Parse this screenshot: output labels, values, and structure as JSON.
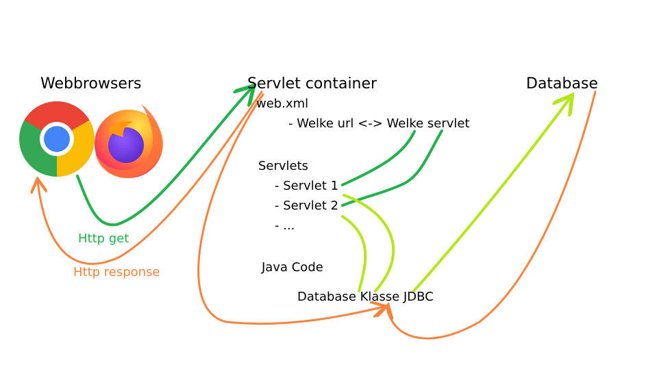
{
  "headings": {
    "browsers": "Webbrowsers",
    "container": "Servlet container",
    "database": "Database"
  },
  "container": {
    "webxml": "web.xml",
    "mapping": "- Welke url <-> Welke servlet",
    "servlets_title": "Servlets",
    "servlet_items": [
      "- Servlet 1",
      "- Servlet 2",
      "- ..."
    ],
    "java_code": "Java Code",
    "db_class": "Database Klasse JDBC"
  },
  "arrows": {
    "http_get": "Http get",
    "http_response": "Http response"
  },
  "icons": [
    "chrome-icon",
    "firefox-icon"
  ],
  "colors": {
    "request": "#22b14c",
    "response": "#f7843e",
    "db_query": "#b5e61d",
    "text": "#000000"
  }
}
